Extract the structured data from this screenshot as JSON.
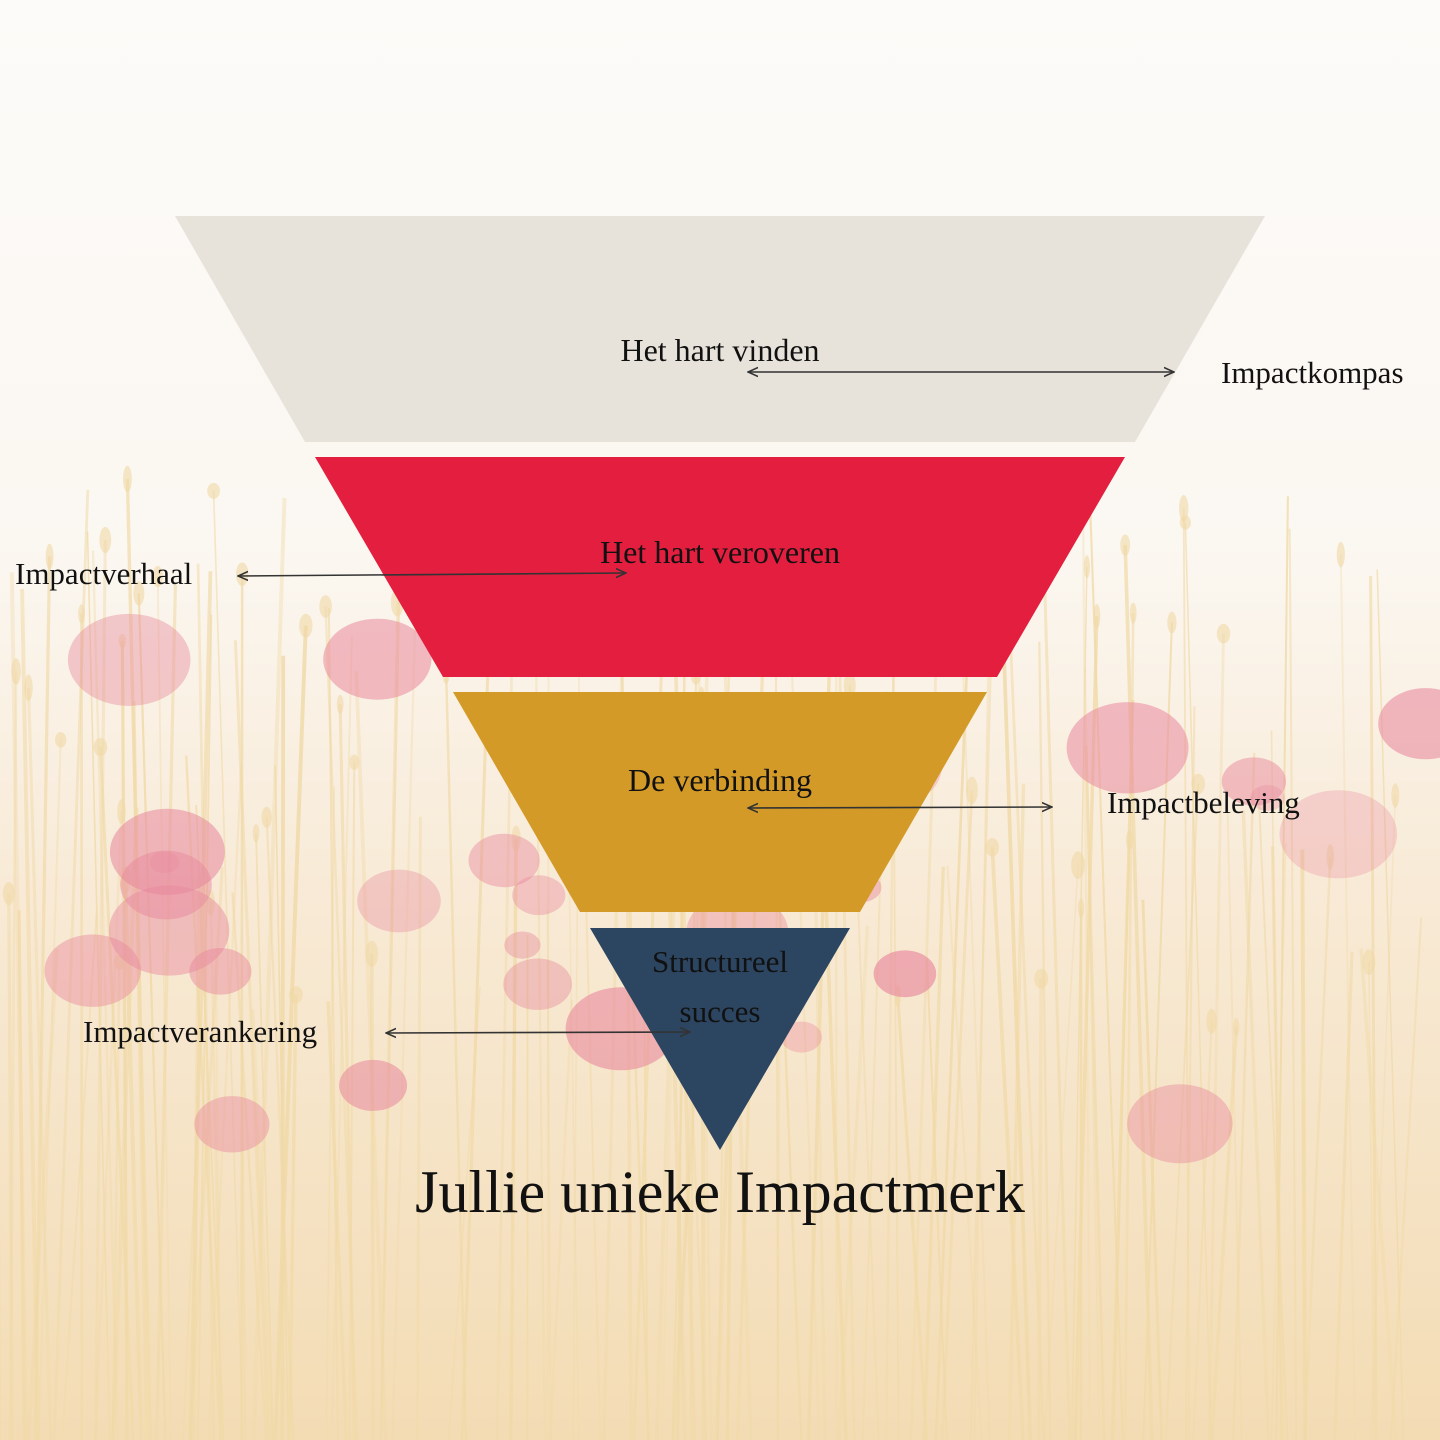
{
  "funnel": {
    "segments": [
      {
        "label": "Het hart vinden",
        "color": "#e8e3da"
      },
      {
        "label": "Het hart veroveren",
        "color": "#e31e3f"
      },
      {
        "label": "De verbinding",
        "color": "#d49a28"
      },
      {
        "label_line1": "Structureel",
        "label_line2": "succes",
        "color": "#2c4561"
      }
    ],
    "side_labels": {
      "impactkompas": "Impactkompas",
      "impactverhaal": "Impactverhaal",
      "impactbeleving": "Impactbeleving",
      "impactverankering": "Impactverankering"
    }
  },
  "title": "Jullie unieke Impactmerk",
  "colors": {
    "text": "#111111",
    "background": "#fbf8f3",
    "field_gold": "#f0d9a6",
    "poppy": "#e8879c"
  }
}
